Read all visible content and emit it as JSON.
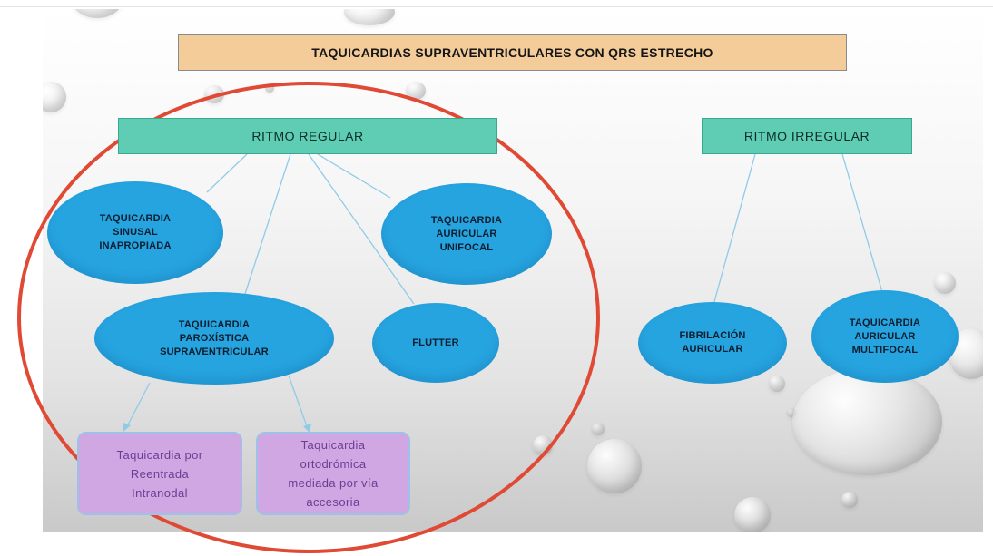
{
  "title": "TAQUICARDIAS SUPRAVENTRICULARES CON QRS ESTRECHO",
  "headers": {
    "regular": "RITMO REGULAR",
    "irregular": "RITMO IRREGULAR"
  },
  "nodes": {
    "sinusal": [
      "TAQUICARDIA",
      "SINUSAL",
      "INAPROPIADA"
    ],
    "unifocal": [
      "TAQUICARDIA",
      "AURICULAR",
      "UNIFOCAL"
    ],
    "paroxistica": [
      "TAQUICARDIA",
      "PAROXÍSTICA",
      "SUPRAVENTRICULAR"
    ],
    "flutter": [
      "FLUTTER"
    ],
    "fibrilacion": [
      "FIBRILACIÓN",
      "AURICULAR"
    ],
    "multifocal": [
      "TAQUICARDIA",
      "AURICULAR",
      "MULTIFOCAL"
    ],
    "reentrada": [
      "Taquicardia por",
      "Reentrada",
      "Intranodal"
    ],
    "ortodromica": [
      "Taquicardia",
      "ortodrómica",
      "mediada por vía",
      "accesoria"
    ]
  },
  "colors": {
    "title_fill": "#f4cc9a",
    "header_fill": "#5ecdb4",
    "oval_fill": "#26a4e0",
    "leaf_fill": "#d1a7e3",
    "leaf_text": "#6a3e93",
    "connector": "#8fcbe9",
    "highlight_circle": "#e04a35"
  }
}
